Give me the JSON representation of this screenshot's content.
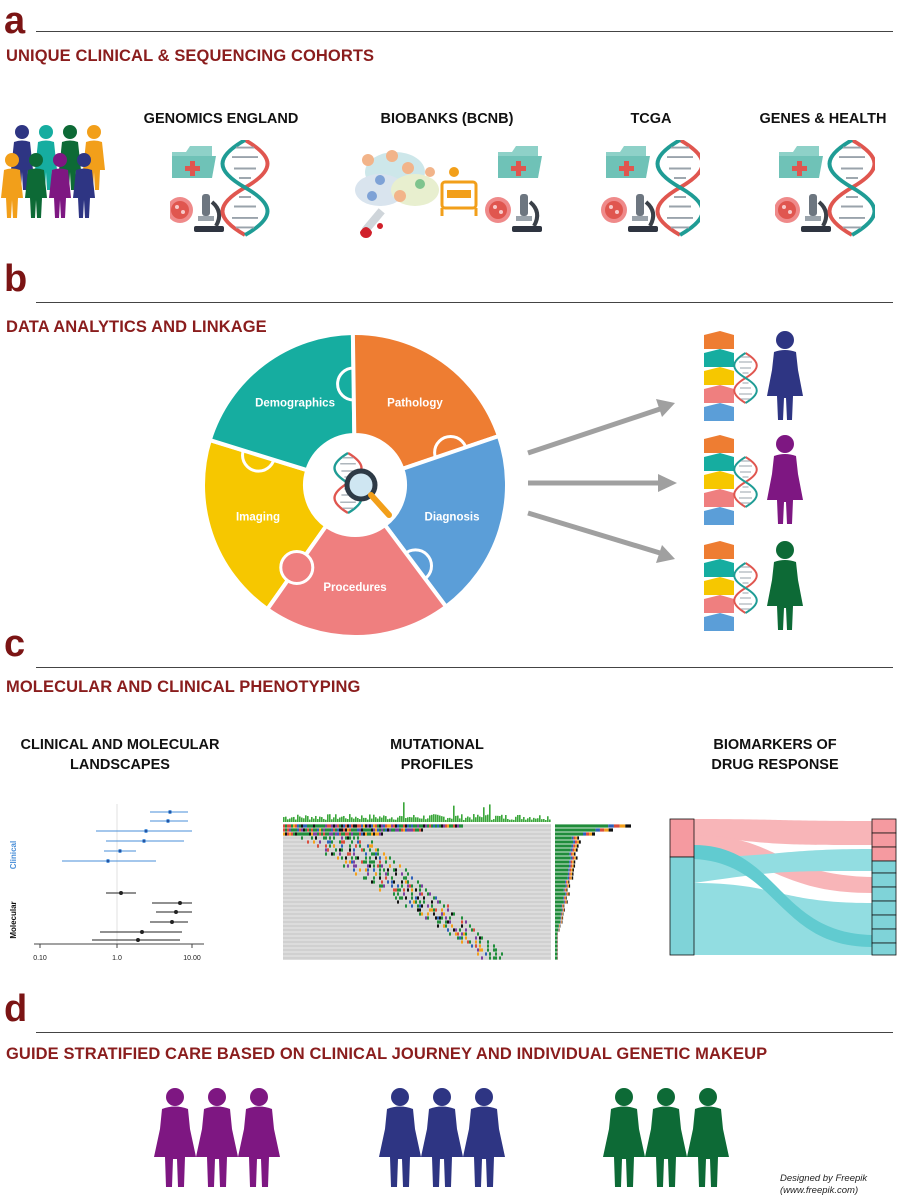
{
  "panel_a": {
    "letter": "a",
    "title": "UNIQUE CLINICAL & SEQUENCING COHORTS",
    "cohorts": [
      {
        "label": "GENOMICS ENGLAND"
      },
      {
        "label": "BIOBANKS (BCNB)"
      },
      {
        "label": "TCGA"
      },
      {
        "label": "GENES & HEALTH"
      }
    ]
  },
  "panel_b": {
    "letter": "b",
    "title": "DATA ANALYTICS AND LINKAGE",
    "pieces": [
      {
        "label": "Imaging",
        "color": "#f6c700"
      },
      {
        "label": "Demographics",
        "color": "#16ada0"
      },
      {
        "label": "Pathology",
        "color": "#ee7d32"
      },
      {
        "label": "Diagnosis",
        "color": "#5b9ed8"
      },
      {
        "label": "Procedures",
        "color": "#ef7f7f"
      }
    ],
    "patient_colors": [
      "#2e3583",
      "#7e1782",
      "#0d6a36"
    ]
  },
  "panel_c": {
    "letter": "c",
    "title": "MOLECULAR AND CLINICAL PHENOTYPING",
    "sub": [
      {
        "line1": "CLINICAL AND MOLECULAR",
        "line2": "LANDSCAPES"
      },
      {
        "line1": "MUTATIONAL",
        "line2": "PROFILES"
      },
      {
        "line1": "BIOMARKERS OF",
        "line2": "DRUG RESPONSE"
      }
    ],
    "forest": {
      "group_labels": [
        "Clinical",
        "Molecular"
      ],
      "ticks": [
        "0.10",
        "1.0",
        "10.00"
      ]
    }
  },
  "panel_d": {
    "letter": "d",
    "title": "GUIDE STRATIFIED CARE BASED ON CLINICAL JOURNEY AND INDIVIDUAL GENETIC MAKEUP",
    "group_colors": [
      "#7e1782",
      "#2e3583",
      "#0d6a36"
    ]
  },
  "credit": {
    "line1": "Designed by Freepik",
    "line2": "(www.freepik.com)"
  },
  "palette": {
    "accent": "#8a1d1d",
    "dna_red": "#e0564f",
    "dna_teal": "#1f9c95",
    "folder": "#8ed1c8",
    "arrow": "#a0a0a0"
  }
}
